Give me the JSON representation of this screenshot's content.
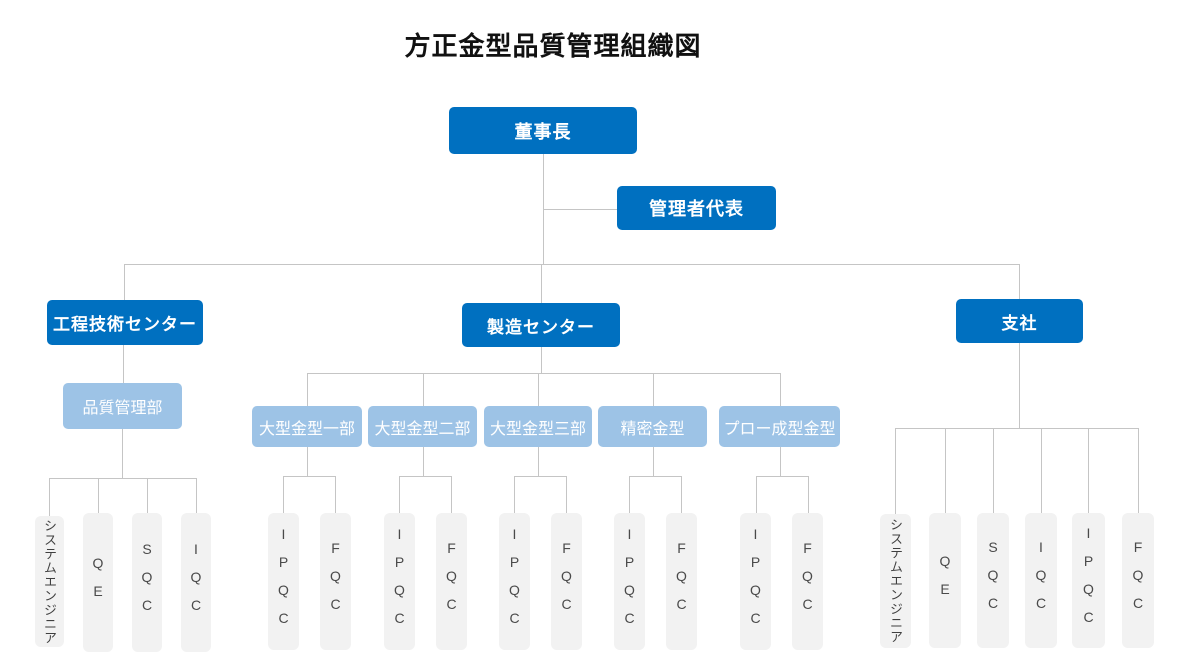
{
  "title": "方正金型品質管理組織図",
  "colors": {
    "primary_blue": "#0070C0",
    "light_blue": "#9DC3E6",
    "box_gray": "#F2F2F2",
    "connector_gray": "#C5C5C5",
    "title_text": "#111111"
  },
  "org_chart": {
    "chairman": "董事長",
    "management_representative": "管理者代表",
    "engineering_center": "工程技術センター",
    "manufacturing_center": "製造センター",
    "branch_office": "支社",
    "quality_management_dept": "品質管理部",
    "quality_teams": [
      "システムエンジニア",
      "QE",
      "SQC",
      "IQC"
    ],
    "manufacturing_depts": [
      "大型金型一部",
      "大型金型二部",
      "大型金型三部",
      "精密金型",
      "プロー成型金型"
    ],
    "dept_qc_teams": [
      "IPQC",
      "FQC"
    ],
    "branch_teams": [
      "システムエンジニア",
      "QE",
      "SQC",
      "IQC",
      "IPQC",
      "FQC"
    ]
  }
}
